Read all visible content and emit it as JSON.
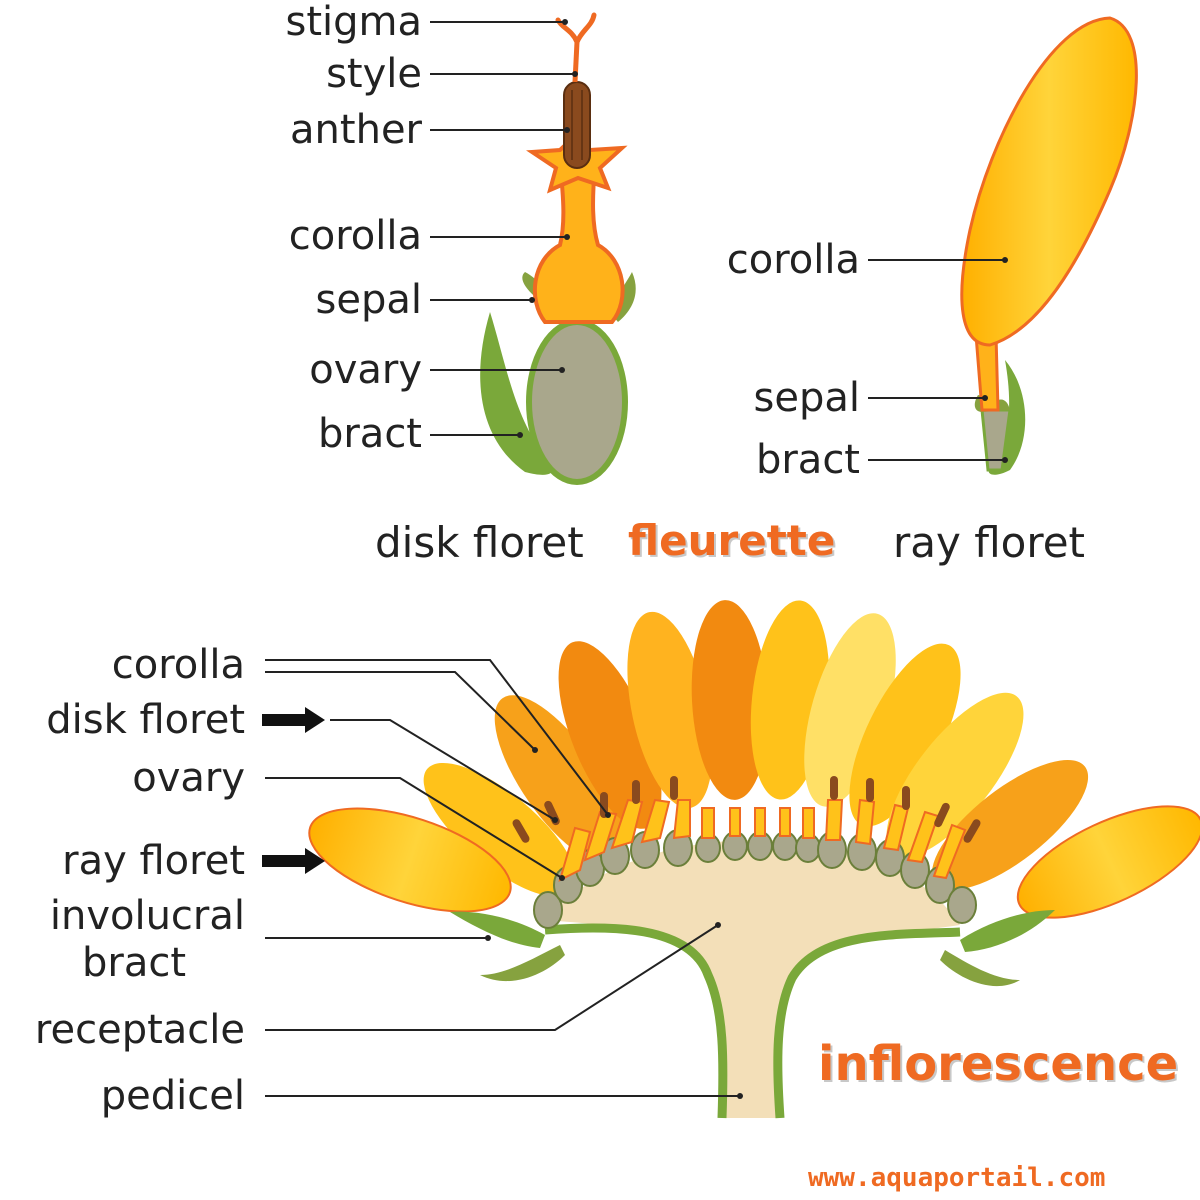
{
  "disk_floret_labels": {
    "stigma": "stigma",
    "style": "style",
    "anther": "anther",
    "corolla": "corolla",
    "sepal": "sepal",
    "ovary": "ovary",
    "bract": "bract"
  },
  "ray_floret_labels": {
    "corolla": "corolla",
    "sepal": "sepal",
    "bract": "bract"
  },
  "captions": {
    "disk_floret": "disk floret",
    "fleurette": "fleurette",
    "ray_floret": "ray floret"
  },
  "inflorescence_labels": {
    "corolla": "corolla",
    "disk_floret": "disk floret",
    "ovary": "ovary",
    "ray_floret": "ray floret",
    "involucral_line1": "involucral",
    "involucral_line2": "bract",
    "receptacle": "receptacle",
    "pedicel": "pedicel"
  },
  "inflorescence_title": "inflorescence",
  "website": "www.aquaportail.com",
  "colors": {
    "accent_orange": "#ef6a22",
    "petal_yellow": "#ffc21a",
    "petal_orange": "#f7a11a",
    "leaf_green": "#7aa83a",
    "ovary_grey": "#a9a78c",
    "receptacle_beige": "#f3dfb8",
    "anther_brown": "#8a4a1e"
  }
}
